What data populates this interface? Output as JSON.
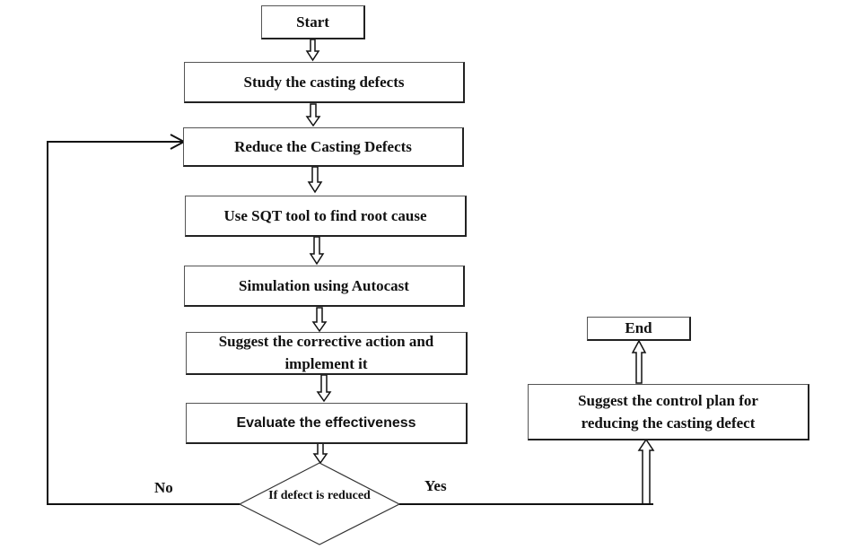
{
  "flowchart": {
    "start": "Start",
    "steps": [
      "Study the casting defects",
      "Reduce the Casting Defects",
      "Use SQT  tool to find root cause",
      "Simulation using Autocast",
      "Suggest the corrective action and implement it",
      "Evaluate the effectiveness"
    ],
    "decision": "If defect is reduced",
    "branch_no": "No",
    "branch_yes": "Yes",
    "control_plan": "Suggest the control plan for reducing the casting defect",
    "end": "End"
  }
}
